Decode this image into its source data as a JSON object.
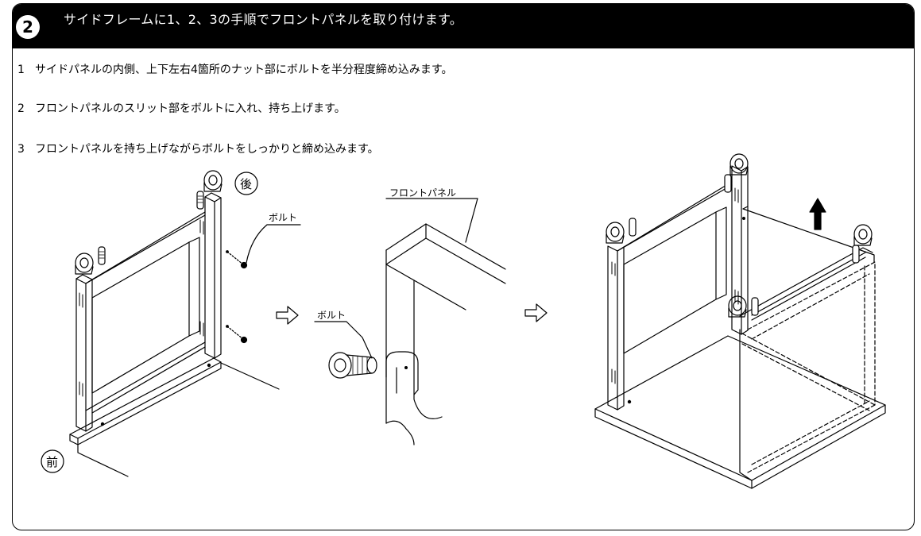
{
  "header": {
    "step_number": "2",
    "title": "サイドフレームに1、2、3の手順でフロントパネルを取り付けます。"
  },
  "instructions": [
    {
      "number": "1",
      "text": "サイドパネルの内側、上下左右4箇所のナット部にボルトを半分程度締め込みます。"
    },
    {
      "number": "2",
      "text": "フロントパネルのスリット部をボルトに入れ、持ち上げます。"
    },
    {
      "number": "3",
      "text": "フロントパネルを持ち上げながらボルトをしっかりと締め込みます。"
    }
  ],
  "labels": {
    "rear_mark": "後",
    "front_mark": "前",
    "bolt_label_left": "ボルト",
    "front_panel_label": "フロントパネル",
    "bolt_label_center": "ボルト"
  },
  "icons": {
    "arrow_right": "outline-arrow-right-icon",
    "arrow_up": "arrow-up-icon"
  }
}
